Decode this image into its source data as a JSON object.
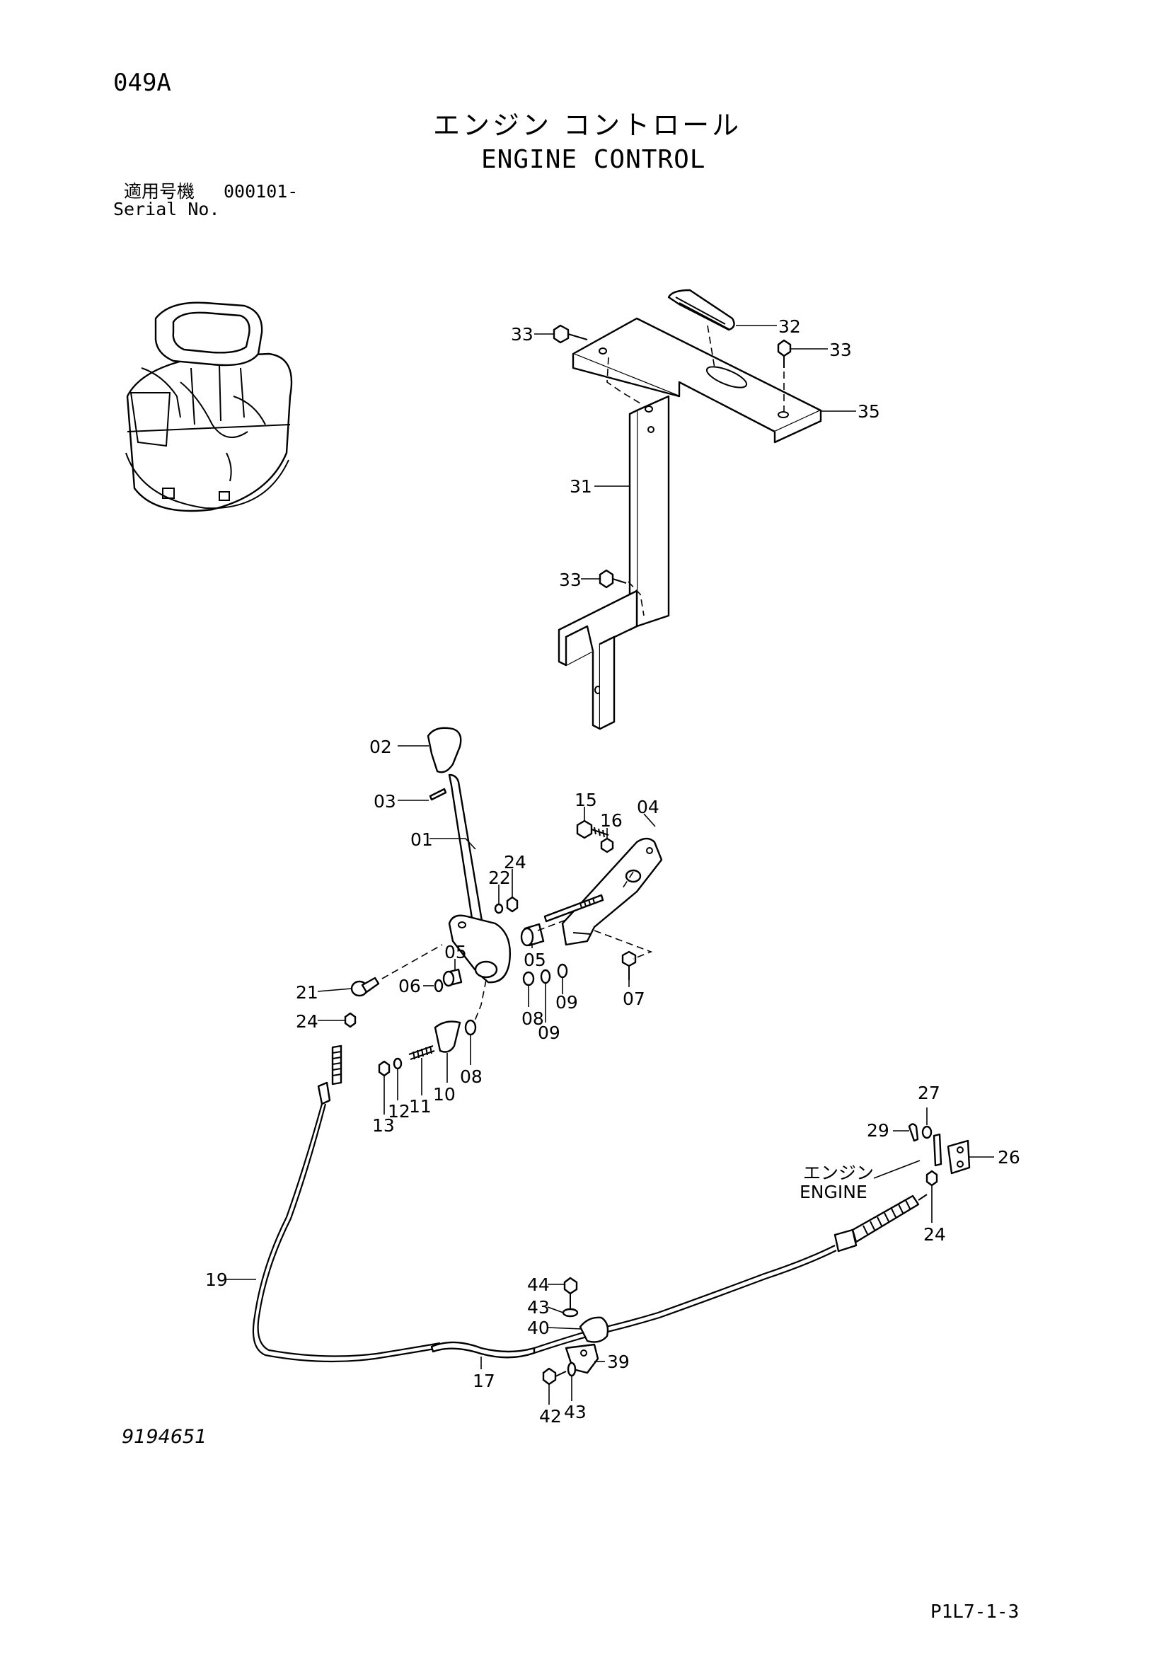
{
  "header": {
    "sheet_code": "049A",
    "title_jp": "エンジン コントロール",
    "title_en": "ENGINE CONTROL",
    "serial_label_jp": "適用号機",
    "serial_label_en": "Serial No.",
    "serial_number": "000101-"
  },
  "footer": {
    "drawing_number": "9194651",
    "page_reference": "P1L7-1-3"
  },
  "engine_label": {
    "jp": "エンジン",
    "en": "ENGINE"
  },
  "callouts": {
    "c01": "01",
    "c02": "02",
    "c03": "03",
    "c04": "04",
    "c05a": "05",
    "c05b": "05",
    "c06": "06",
    "c07": "07",
    "c08a": "08",
    "c08b": "08",
    "c09a": "09",
    "c09b": "09",
    "c10": "10",
    "c11": "11",
    "c12": "12",
    "c13": "13",
    "c15": "15",
    "c16": "16",
    "c17": "17",
    "c19": "19",
    "c21": "21",
    "c22": "22",
    "c24a": "24",
    "c24b": "24",
    "c24c": "24",
    "c26": "26",
    "c27": "27",
    "c29": "29",
    "c31": "31",
    "c32": "32",
    "c33a": "33",
    "c33b": "33",
    "c33c": "33",
    "c35": "35",
    "c39": "39",
    "c40": "40",
    "c42": "42",
    "c43a": "43",
    "c43b": "43",
    "c44": "44"
  }
}
